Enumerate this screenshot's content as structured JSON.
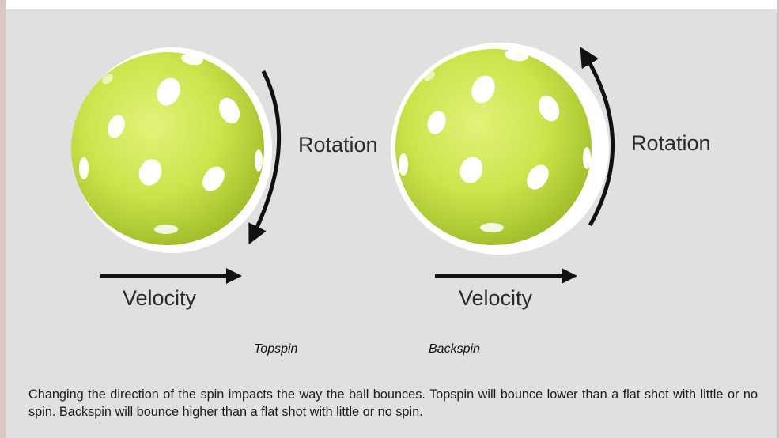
{
  "colors": {
    "background": "#e0e0e0",
    "ball": "#c9e24a",
    "arrow": "#111111"
  },
  "diagrams": [
    {
      "id": "topspin",
      "rotation_label": "Rotation",
      "velocity_label": "Velocity",
      "rotation_direction": "clockwise",
      "caption": "Topspin"
    },
    {
      "id": "backspin",
      "rotation_label": "Rotation",
      "velocity_label": "Velocity",
      "rotation_direction": "counter-clockwise",
      "caption": "Backspin"
    }
  ],
  "description": "Changing the direction of the spin impacts the way the ball bounces. Topspin will bounce lower than a flat shot with little or no spin. Backspin will bounce higher than a flat shot with little or no spin."
}
